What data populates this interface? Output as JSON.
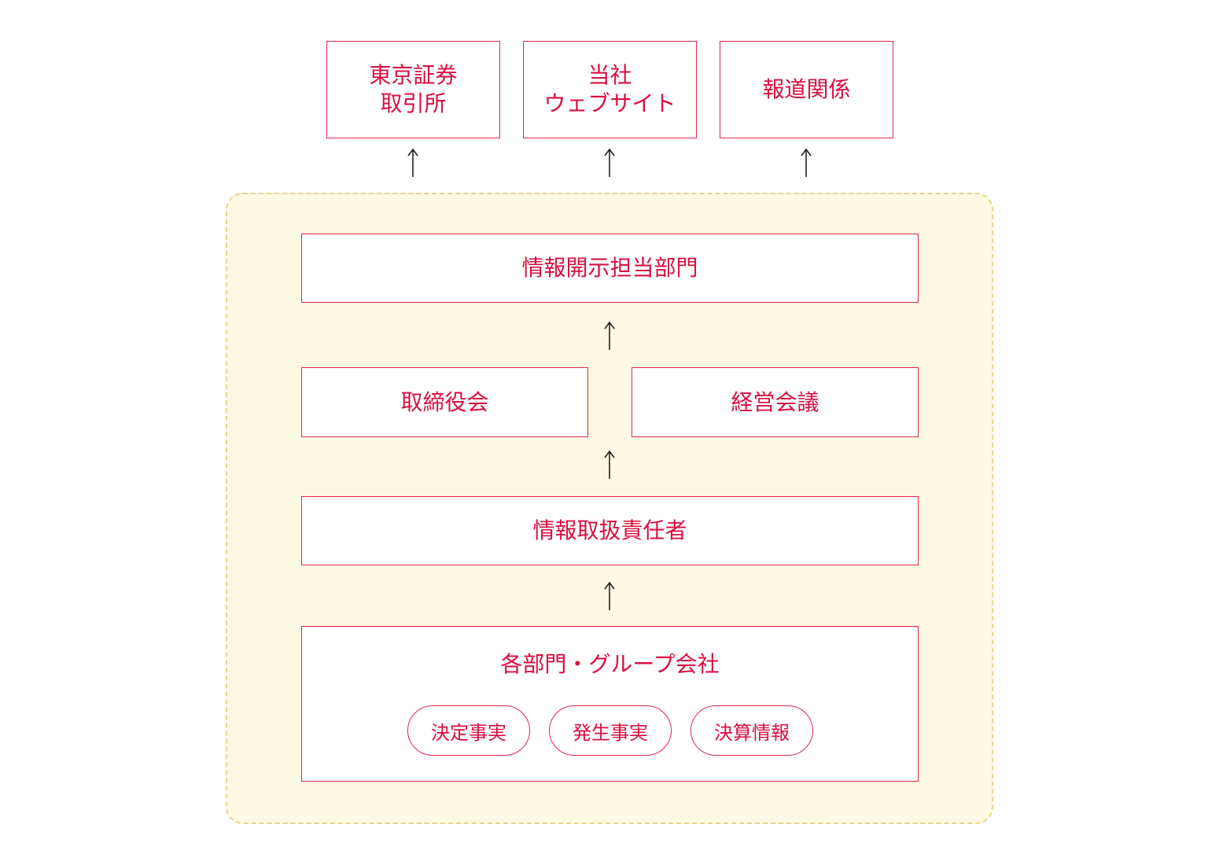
{
  "colors": {
    "accent": "#d9103f",
    "border": "#e0264f",
    "panel_fill": "#fdf9e3",
    "panel_border": "#e8d68f",
    "arrow": "#222222"
  },
  "destinations": [
    {
      "line1": "東京証券",
      "line2": "取引所"
    },
    {
      "line1": "当社",
      "line2": "ウェブサイト"
    },
    {
      "line1": "報道関係"
    }
  ],
  "disclosure_dept": "情報開示担当部門",
  "board": "取締役会",
  "management_meeting": "経営会議",
  "info_officer": "情報取扱責任者",
  "departments": {
    "title": "各部門・グループ会社",
    "items": [
      "決定事実",
      "発生事実",
      "決算情報"
    ]
  }
}
